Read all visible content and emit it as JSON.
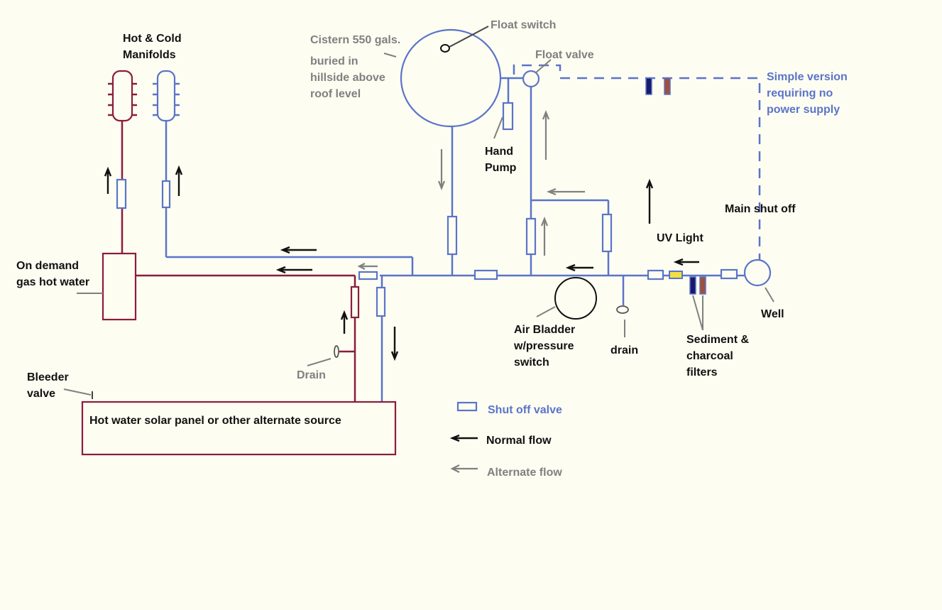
{
  "labels": {
    "manifolds_line1": "Hot & Cold",
    "manifolds_line2": "Manifolds",
    "cistern_line1": "Cistern 550 gals.",
    "cistern_line2": "buried in",
    "cistern_line3": "hillside above",
    "cistern_line4": "roof level",
    "float_switch": "Float switch",
    "float_valve": "Float valve",
    "simple_line1": "Simple version",
    "simple_line2": "requiring no",
    "simple_line3": "power supply",
    "hand_pump_line1": "Hand",
    "hand_pump_line2": "Pump",
    "main_shut_off": "Main shut off",
    "uv_light": "UV Light",
    "on_demand_line1": "On demand",
    "on_demand_line2": "gas hot water",
    "air_bladder_line1": "Air Bladder",
    "air_bladder_line2": "w/pressure",
    "air_bladder_line3": "switch",
    "drain_right": "drain",
    "drain_left": "Drain",
    "well": "Well",
    "sediment_line1": "Sediment &",
    "sediment_line2": "charcoal",
    "sediment_line3": "filters",
    "bleeder_line1": "Bleeder",
    "bleeder_line2": "valve",
    "solar_panel": "Hot water solar panel or other alternate source"
  },
  "legend": {
    "shut_off_valve": "Shut off valve",
    "normal_flow": "Normal flow",
    "alternate_flow": "Alternate flow"
  },
  "colors": {
    "background": "#fdfdf2",
    "cold_pipe": "#5b74c8",
    "hot_pipe": "#8b1c3c",
    "normal_flow_arrow": "#111111",
    "alternate_flow_arrow": "#808080",
    "uv_light": "#f0e040",
    "filter_sediment": "#1a1a6a",
    "filter_charcoal": "#a0503a"
  }
}
